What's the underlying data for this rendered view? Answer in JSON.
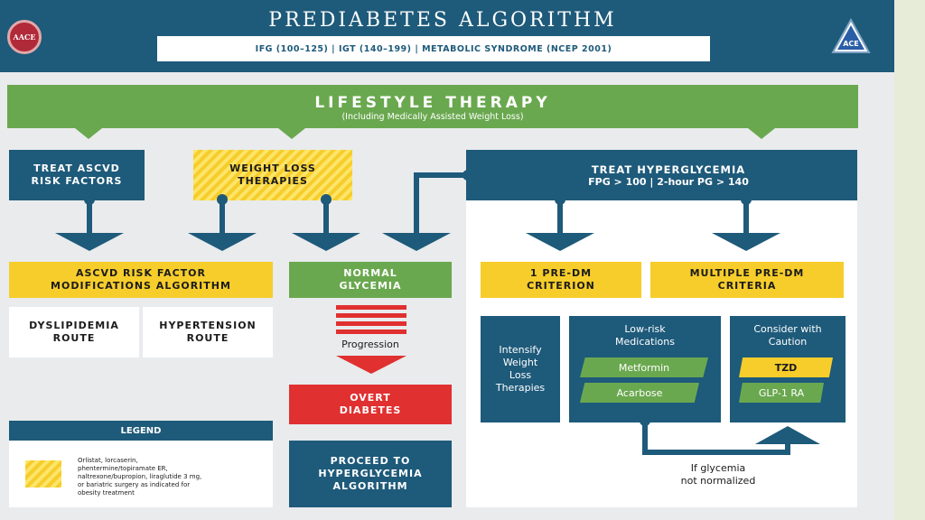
{
  "header": {
    "title": "PREDIABETES ALGORITHM",
    "subtitle": "IFG (100–125)  |  IGT (140–199)  |  METABOLIC SYNDROME (NCEP 2001)",
    "logo_left": "AACE",
    "logo_right": "ACE"
  },
  "lifestyle": {
    "title": "LIFESTYLE THERAPY",
    "subtitle": "(Including Medically Assisted Weight Loss)"
  },
  "treat_ascvd": {
    "line1": "TREAT ASCVD",
    "line2": "RISK FACTORS"
  },
  "weight_loss": {
    "line1": "WEIGHT LOSS",
    "line2": "THERAPIES"
  },
  "treat_hyper": {
    "title": "TREAT HYPERGLYCEMIA",
    "criteria": "FPG > 100  |  2-hour PG > 140"
  },
  "ascvd_algorithm": {
    "line1": "ASCVD RISK FACTOR",
    "line2": "MODIFICATIONS ALGORITHM",
    "dyslipidemia": {
      "line1": "DYSLIPIDEMIA",
      "line2": "ROUTE"
    },
    "hypertension": {
      "line1": "HYPERTENSION",
      "line2": "ROUTE"
    }
  },
  "normal_glycemia": {
    "line1": "NORMAL",
    "line2": "GLYCEMIA"
  },
  "progression": "Progression",
  "overt_diabetes": {
    "line1": "OVERT",
    "line2": "DIABETES"
  },
  "proceed": {
    "line1": "PROCEED TO",
    "line2": "HYPERGLYCEMIA",
    "line3": "ALGORITHM"
  },
  "one_criterion": {
    "line1": "1 PRE-DM",
    "line2": "CRITERION"
  },
  "multiple_criteria": {
    "line1": "MULTIPLE PRE-DM",
    "line2": "CRITERIA"
  },
  "intensify": {
    "line1": "Intensify",
    "line2": "Weight",
    "line3": "Loss",
    "line4": "Therapies"
  },
  "low_risk": {
    "line1": "Low-risk",
    "line2": "Medications",
    "med1": "Metformin",
    "med2": "Acarbose"
  },
  "caution": {
    "line1": "Consider with",
    "line2": "Caution",
    "med1": "TZD",
    "med2": "GLP-1 RA"
  },
  "if_glycemia": {
    "line1": "If glycemia",
    "line2": "not normalized"
  },
  "legend": {
    "title": "LEGEND",
    "line1": "Orlistat, lorcaserin,",
    "line2": "phentermine/topiramate ER,",
    "line3": "naltrexone/bupropion, liraglutide 3 mg,",
    "line4": "or bariatric surgery as indicated for",
    "line5": "obesity treatment"
  },
  "colors": {
    "navy": "#1e5a7a",
    "green": "#6aa84f",
    "yellow": "#f6cd2b",
    "red": "#e03030"
  }
}
